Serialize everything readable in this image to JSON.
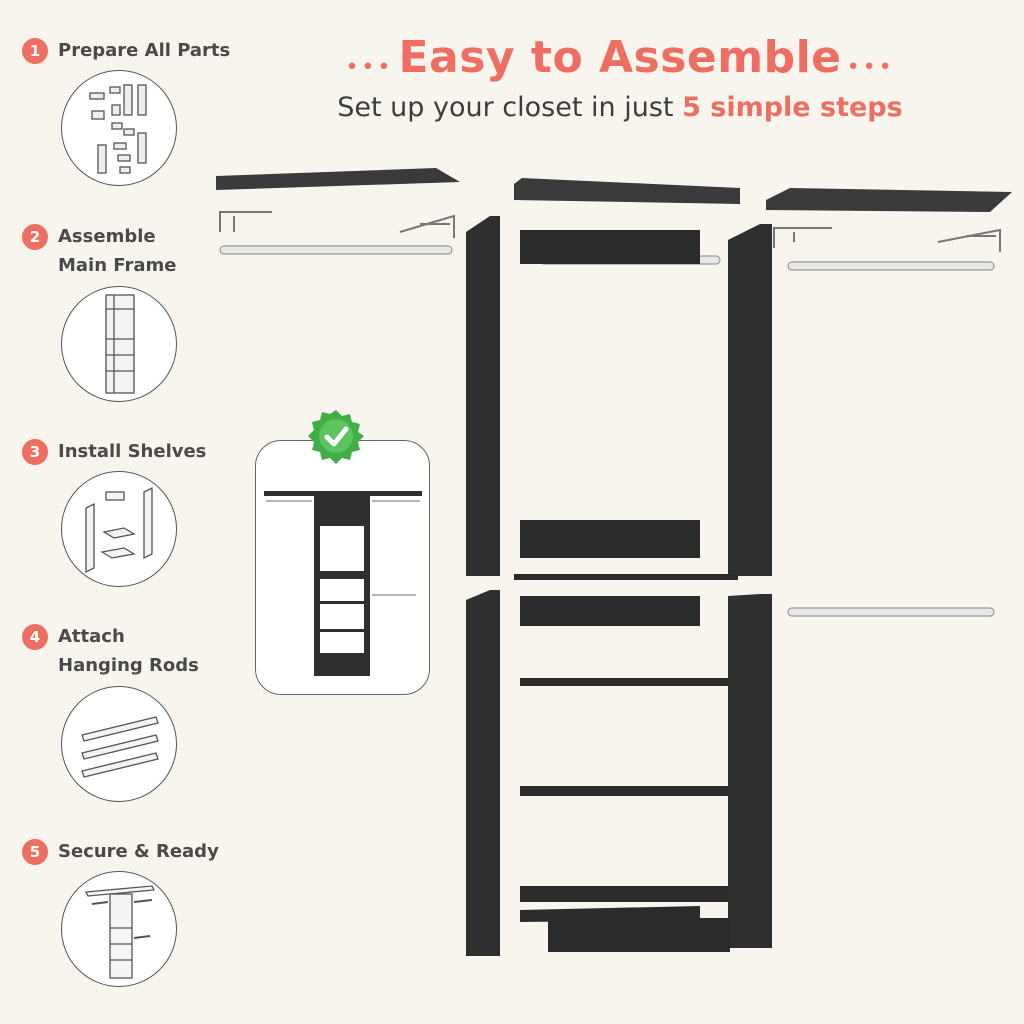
{
  "header": {
    "title": "Easy to Assemble",
    "dots_left": "•••",
    "dots_right": "•••",
    "subtitle_prefix": "Set up your closet in just ",
    "subtitle_highlight": "5 simple steps"
  },
  "steps": [
    {
      "number": "1",
      "label": "Prepare All Parts",
      "icon": "parts-layout-icon"
    },
    {
      "number": "2",
      "label": "Assemble\nMain Frame",
      "icon": "main-frame-icon"
    },
    {
      "number": "3",
      "label": "Install Shelves",
      "icon": "shelves-icon"
    },
    {
      "number": "4",
      "label": "Attach\nHanging Rods",
      "icon": "hanging-rods-icon"
    },
    {
      "number": "5",
      "label": "Secure & Ready",
      "icon": "finished-closet-icon"
    }
  ],
  "badge_icon": "check-badge-icon",
  "colors": {
    "accent": "#ee6f62",
    "background": "#f8f5ee",
    "panel": "#2f2f2f",
    "badge": "#3fae45"
  }
}
